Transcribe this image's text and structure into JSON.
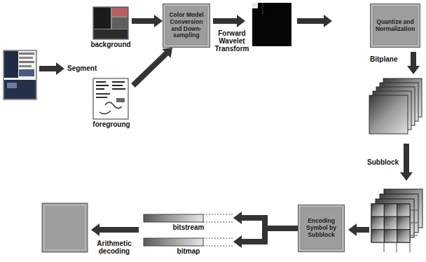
{
  "diagram": {
    "nodes": [
      {
        "text": [
          "background"
        ]
      },
      {
        "text": [
          "foregroung"
        ]
      },
      {
        "text": [
          "Color Model Conversion and Down-sampling"
        ]
      },
      {
        "text": [
          "Quantize and Normalization"
        ]
      },
      {
        "text": [
          "Encoding Symbol by Subblock"
        ]
      },
      {
        "text": [
          "bitstream"
        ]
      },
      {
        "text": [
          "bitmap"
        ]
      }
    ],
    "edges": [
      {
        "from": 0,
        "to": 2,
        "arrow": "to"
      },
      {
        "from": 1,
        "to": 2,
        "arrow": "to"
      },
      {
        "from": 4,
        "to": 5,
        "arrow": "to"
      },
      {
        "from": 4,
        "to": 6,
        "arrow": "to"
      }
    ],
    "labels": [
      "Segment",
      "Forward Wavelet Transform",
      "Bitplane",
      "Subblock",
      "Arithmetic decoding"
    ]
  }
}
